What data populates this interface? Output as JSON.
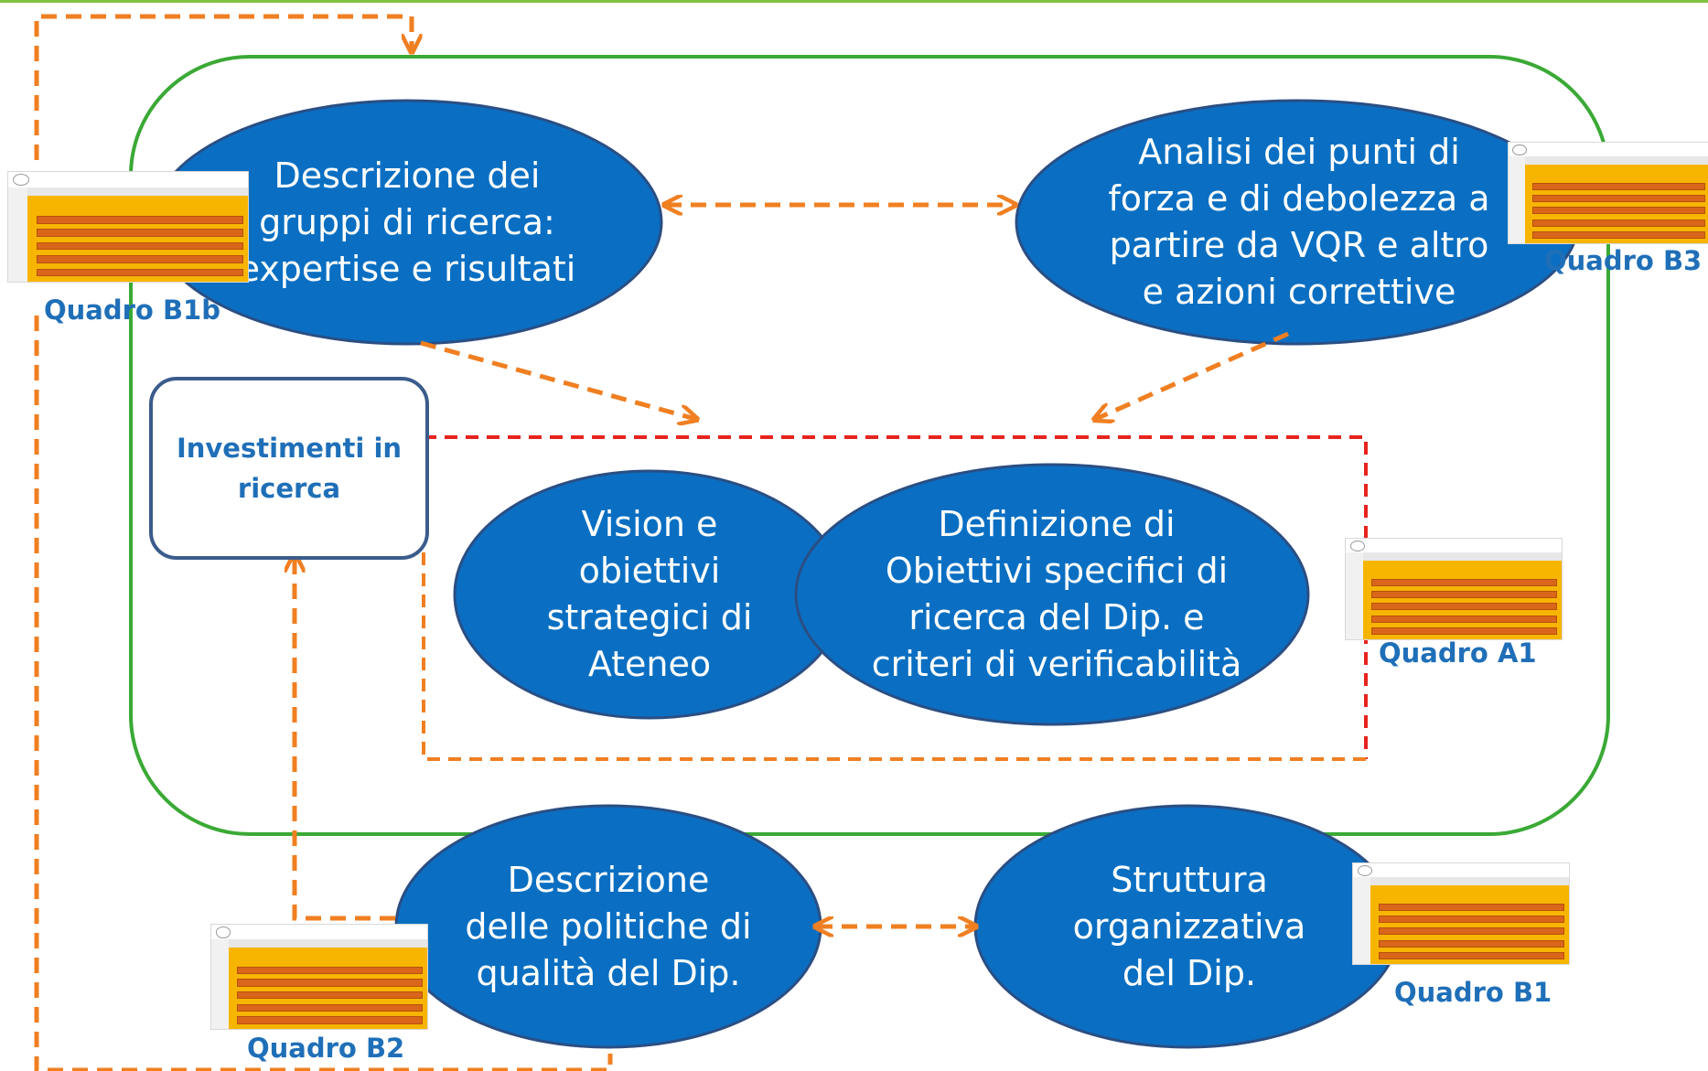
{
  "diagram": {
    "nodes": {
      "descrizione_gruppi": "Descrizione dei\ngruppi di ricerca:\nexpertise e risultati",
      "analisi_punti": "Analisi dei punti di\nforza e di debolezza a\npartire da VQR e altro\ne azioni correttive",
      "vision": "Vision e\nobiettivi\nstrategici di\nAteneo",
      "definizione": "Definizione di\nObiettivi specifici di\nricerca del Dip. e\ncriteri di verificabilità",
      "descrizione_politiche": "Descrizione\ndelle politiche di\nqualità del Dip.",
      "struttura": "Struttura\norganizzativa\ndel Dip.",
      "investimenti": "Investimenti in\nricerca"
    },
    "quadri": {
      "b1b": "Quadro B1b",
      "b3": "Quadro B3",
      "a1": "Quadro A1",
      "b2": "Quadro B2",
      "b1": "Quadro B1"
    }
  },
  "colors": {
    "ellipse_fill": "#0a6fc2",
    "ellipse_stroke": "#2a4e84",
    "arrow_orange": "#f07f22",
    "green_frame": "#3aa935",
    "red_dash": "#e8231e",
    "label_blue": "#1f6fb8",
    "thumbnail_panel": "#f7b500",
    "thumbnail_row": "#d9661a"
  }
}
